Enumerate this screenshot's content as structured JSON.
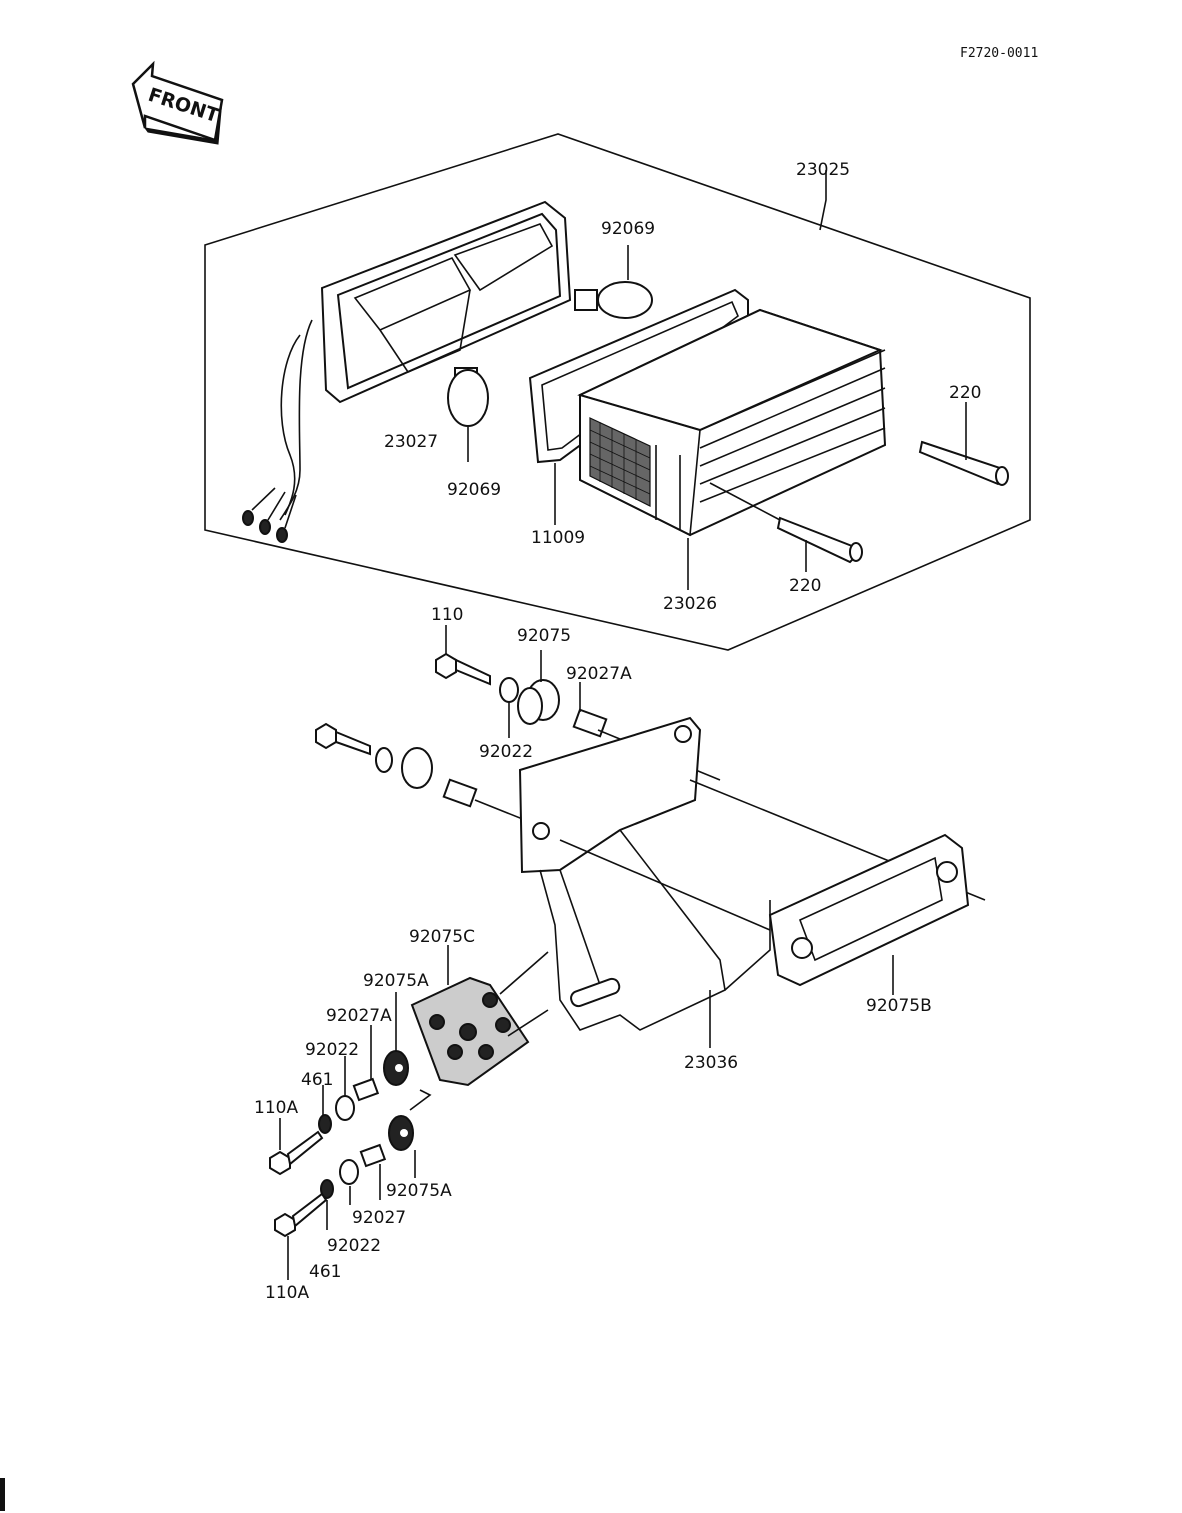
{
  "drawing_code": "F2720-0011",
  "front_label": "FRONT",
  "colors": {
    "ink": "#111111",
    "paper": "#ffffff"
  },
  "parts": {
    "p23025": "23025",
    "p92069_top": "92069",
    "p92069_bottom": "92069",
    "p23027": "23027",
    "p11009": "11009",
    "p23026": "23026",
    "p220_top": "220",
    "p220_bottom": "220",
    "p110": "110",
    "p92075": "92075",
    "p92027A_top": "92027A",
    "p92022_top": "92022",
    "p92075C": "92075C",
    "p92075A_upper": "92075A",
    "p92027A_mid": "92027A",
    "p92022_mid": "92022",
    "p461_upper": "461",
    "p110A_upper": "110A",
    "p92075A_lower": "92075A",
    "p92027": "92027",
    "p92022_lower": "92022",
    "p461_lower": "461",
    "p110A_lower": "110A",
    "p92075B": "92075B",
    "p23036": "23036"
  }
}
